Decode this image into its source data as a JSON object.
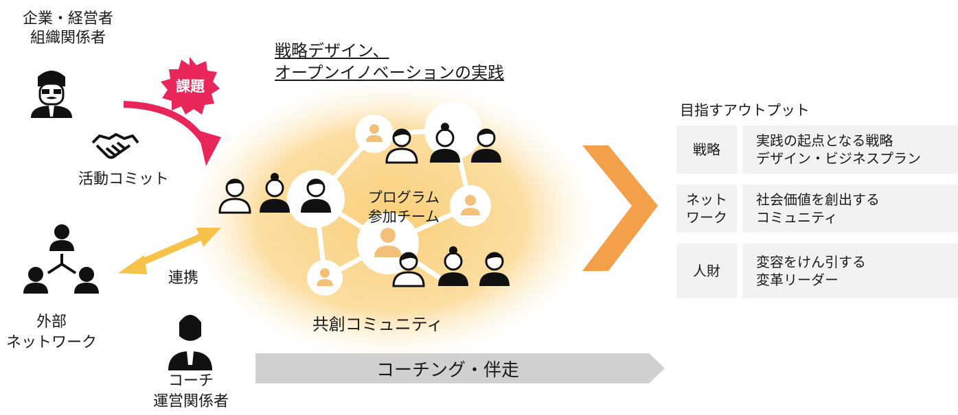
{
  "stakeholders": {
    "management": "企業・経営者\n組織関係者",
    "commit": "活動コミット",
    "network": "外部\nネットワーク",
    "collab": "連携",
    "coach": "コーチ\n運営関係者"
  },
  "issue_badge": "課題",
  "practice_title": [
    "戦略デザイン、",
    "オープンイノベーションの実践"
  ],
  "community": {
    "team_label": "プログラム\n参加チーム",
    "community_label": "共創コミュニティ"
  },
  "coaching_bar": "コーチング・伴走",
  "outputs": {
    "heading": "目指すアウトプット",
    "rows": [
      {
        "category": "戦略",
        "description": "実践の起点となる戦略\nデザイン・ビジネスプラン"
      },
      {
        "category": "ネット\nワーク",
        "description": "社会価値を創出する\nコミュニティ"
      },
      {
        "category": "人財",
        "description": "変容をけん引する\n変革リーダー"
      }
    ]
  },
  "colors": {
    "badge": "#e8265a",
    "arrow_pink": "#e8265a",
    "arrow_yellow": "#f7c24a",
    "glow": "#f7c56a",
    "chevron": "#f4a04a",
    "coaching": "#d0d0d0",
    "output_bg": "#f2f2f2",
    "icon": "#111111"
  }
}
